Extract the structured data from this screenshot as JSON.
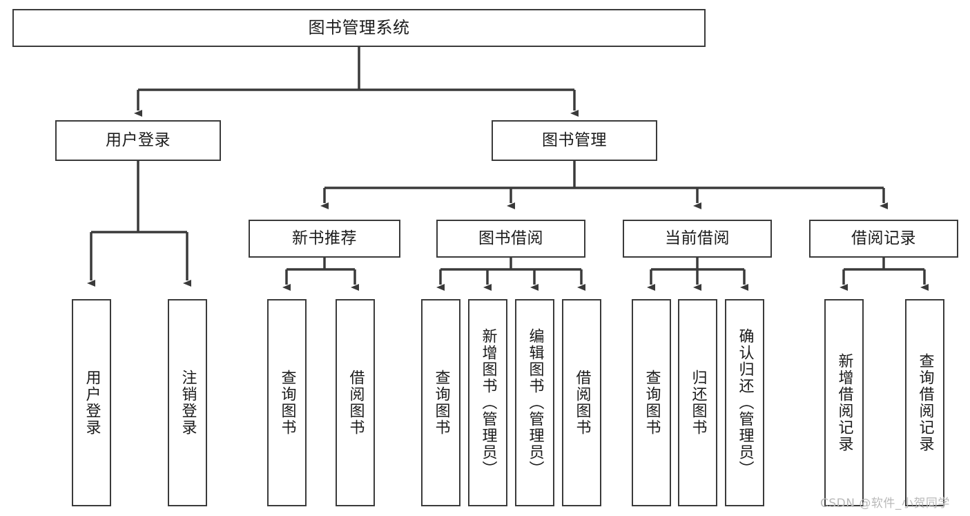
{
  "diagram": {
    "title": "图书管理系统",
    "type": "tree-hierarchy",
    "colors": {
      "background": "#ffffff",
      "stroke": "#3a3a3a",
      "text": "#1b1b1b",
      "watermark": "#b9b9b9"
    }
  },
  "root": {
    "label": "图书管理系统"
  },
  "level2": [
    {
      "label": "用户登录"
    },
    {
      "label": "图书管理"
    }
  ],
  "level3": [
    {
      "label": "新书推荐"
    },
    {
      "label": "图书借阅"
    },
    {
      "label": "当前借阅"
    },
    {
      "label": "借阅记录"
    }
  ],
  "leaves": {
    "user_login": [
      {
        "label": "用户登录"
      },
      {
        "label": "注销登录"
      }
    ],
    "new_book": [
      {
        "label": "查询图书"
      },
      {
        "label": "借阅图书"
      }
    ],
    "book_borrow": [
      {
        "label": "查询图书"
      },
      {
        "label": "新增图书（管理员）"
      },
      {
        "label": "编辑图书（管理员）"
      },
      {
        "label": "借阅图书"
      }
    ],
    "current_borrow": [
      {
        "label": "查询图书"
      },
      {
        "label": "归还图书"
      },
      {
        "label": "确认归还（管理员）"
      }
    ],
    "borrow_record": [
      {
        "label": "新增借阅记录"
      },
      {
        "label": "查询借阅记录"
      }
    ]
  },
  "watermark": {
    "text": "CSDN @软件_小贺同学"
  }
}
